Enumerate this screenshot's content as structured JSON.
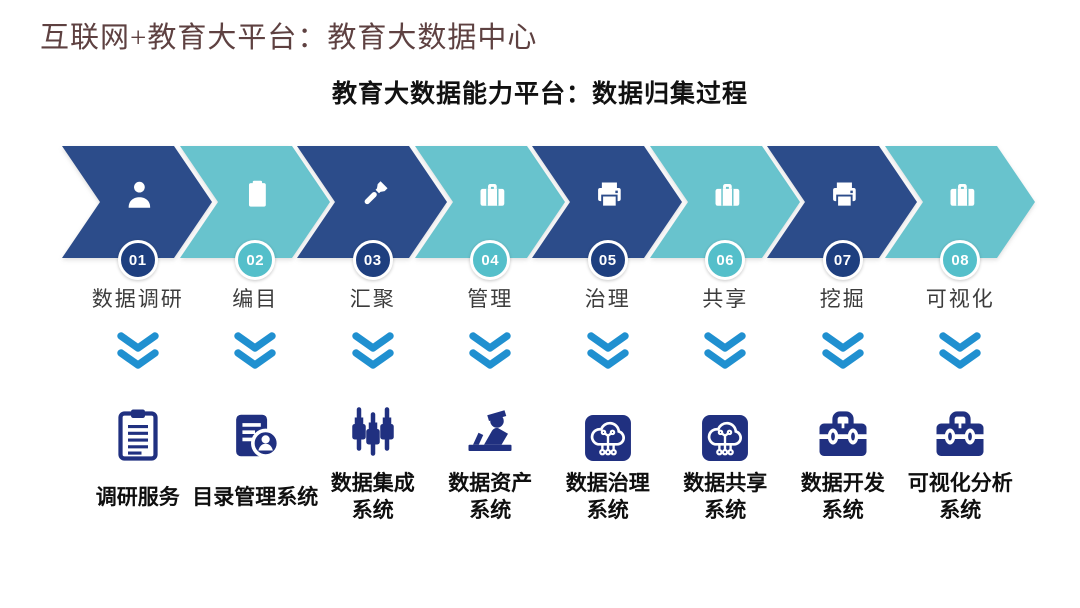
{
  "page": {
    "title": "互联网+教育大平台：教育大数据中心",
    "subtitle": "教育大数据能力平台：数据归集过程"
  },
  "colors": {
    "title_text": "#5e4141",
    "subtitle_text": "#111111",
    "dark_arrow": "#2c4c8a",
    "teal_arrow": "#68c3cd",
    "dark_badge": "#1e3f7f",
    "teal_badge": "#54bfca",
    "down_chevron": "#2090d0",
    "system_icon_navy": "#203080"
  },
  "steps": [
    {
      "num": "01",
      "label": "数据调研",
      "tone": "dark",
      "icon": "person-icon"
    },
    {
      "num": "02",
      "label": "编目",
      "tone": "teal",
      "icon": "clipboard-icon"
    },
    {
      "num": "03",
      "label": "汇聚",
      "tone": "dark",
      "icon": "flashlight-icon"
    },
    {
      "num": "04",
      "label": "管理",
      "tone": "teal",
      "icon": "briefcase-icon"
    },
    {
      "num": "05",
      "label": "治理",
      "tone": "dark",
      "icon": "printer-icon"
    },
    {
      "num": "06",
      "label": "共享",
      "tone": "teal",
      "icon": "briefcase-icon"
    },
    {
      "num": "07",
      "label": "挖掘",
      "tone": "dark",
      "icon": "printer-icon"
    },
    {
      "num": "08",
      "label": "可视化",
      "tone": "teal",
      "icon": "briefcase-icon"
    }
  ],
  "systems": [
    {
      "icon": "survey-clipboard-icon",
      "lines": [
        "调研服务"
      ]
    },
    {
      "icon": "catalog-doc-user-icon",
      "lines": [
        "目录管理系统"
      ]
    },
    {
      "icon": "integration-plugs-icon",
      "lines": [
        "数据集成",
        "系统"
      ]
    },
    {
      "icon": "asset-officer-icon",
      "lines": [
        "数据资产",
        "系统"
      ]
    },
    {
      "icon": "cloud-circuit-icon",
      "lines": [
        "数据治理",
        "系统"
      ]
    },
    {
      "icon": "cloud-circuit-icon",
      "lines": [
        "数据共享",
        "系统"
      ]
    },
    {
      "icon": "toolbox-icon",
      "lines": [
        "数据开发",
        "系统"
      ]
    },
    {
      "icon": "toolbox-icon",
      "lines": [
        "可视化分析",
        "系统"
      ]
    }
  ]
}
